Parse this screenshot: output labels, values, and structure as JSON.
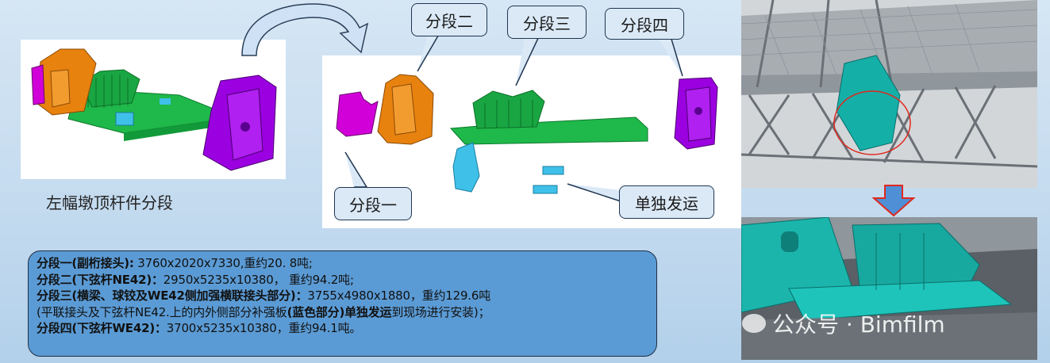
{
  "caption_left": "左幅墩顶杆件分段",
  "callouts": {
    "seg2": "分段二",
    "seg3": "分段三",
    "seg4": "分段四",
    "seg1": "分段一",
    "separate": "单独发运"
  },
  "info": {
    "l1_bold": "分段一(副桁接头):",
    "l1_text": " 3760x2020x7330,重约20. 8吨;",
    "l2_bold": "分段二(下弦杆NE42)：",
    "l2_text": "2950x5235x10380，  重约94.2吨;",
    "l3_bold": "分段三(横梁、球铰及WE42侧加强横联接头部分)：",
    "l3_text": "3755x4980x1880，重约129.6吨",
    "l4_pre": "(平联接头及下弦杆NE42.上的内外侧部分补强板",
    "l4_bold": "(蓝色部分)单独发运",
    "l4_post": "到现场进行安装)；",
    "l5_bold": "分段四(下弦杆WE42)：",
    "l5_text": "3700x5235x10380，重约94.1吨。"
  },
  "watermark": "公众号 · Bimfilm",
  "colors": {
    "orange": "#e8820e",
    "green": "#1fb84a",
    "magenta": "#d100d8",
    "purple": "#9b00e0",
    "cyan": "#3fc0e8",
    "teal": "#14b0a8",
    "info_bg": "#5b9bd5",
    "arrow_blue": "#4f8fd6",
    "arrow_red": "#e0281e"
  }
}
